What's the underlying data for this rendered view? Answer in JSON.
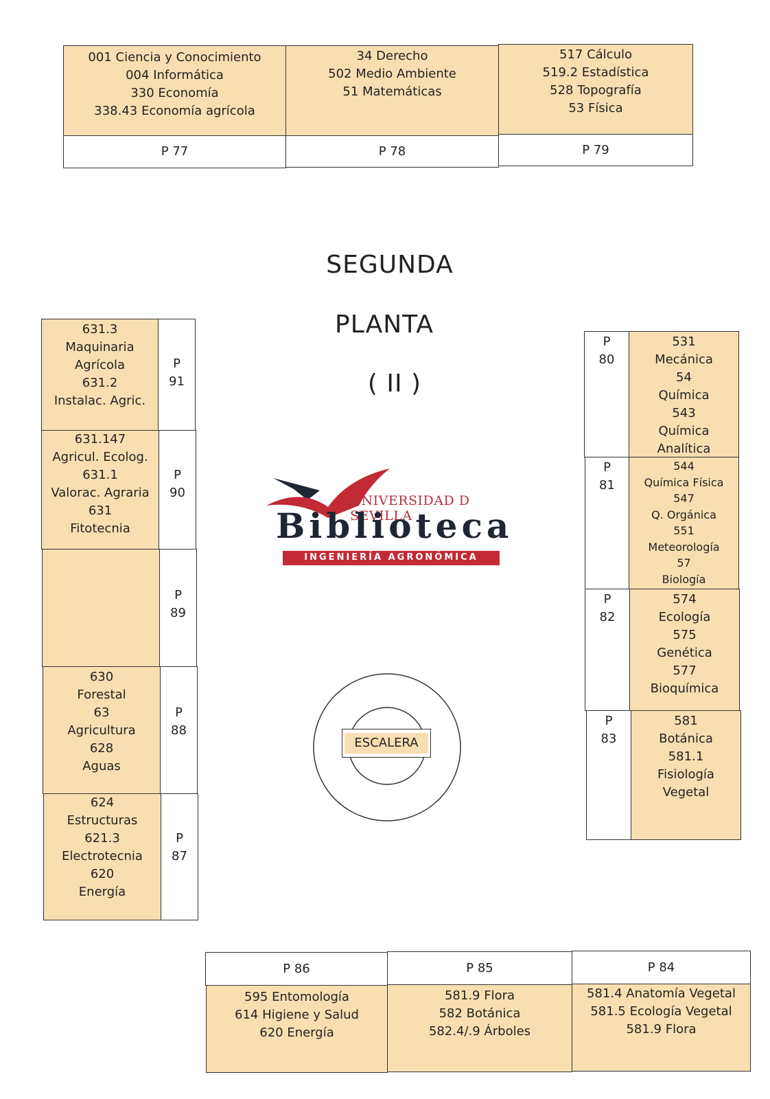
{
  "top": [
    {
      "lines": [
        "001  Ciencia y Conocimiento",
        "004  Informática",
        "330  Economía",
        "338.43  Economía agrícola"
      ],
      "shelf": "P  77"
    },
    {
      "lines": [
        "34  Derecho",
        "502  Medio Ambiente",
        "51  Matemáticas"
      ],
      "shelf": "P  78"
    },
    {
      "lines": [
        "517  Cálculo",
        "519.2  Estadística",
        "528  Topografía",
        "53  Física"
      ],
      "shelf": "P  79"
    }
  ],
  "title": {
    "line1": "SEGUNDA",
    "line2": "PLANTA",
    "line3": "( II )"
  },
  "logo": {
    "university": "UNIVERSIDAD D SEVILLA",
    "name": "Biblioteca",
    "subtitle": "INGENIERÍA AGRONÓMICA"
  },
  "stairs": {
    "label": "ESCALERA"
  },
  "left": [
    {
      "lines": [
        "631.3",
        "Maquinaria",
        "Agrícola",
        "631.2",
        "Instalac. Agric."
      ],
      "shelf": [
        "P",
        "91"
      ]
    },
    {
      "lines": [
        "631.147",
        "Agricul. Ecolog.",
        "631.1",
        "Valorac. Agraria",
        "631",
        "Fitotecnia"
      ],
      "shelf": [
        "P",
        "90"
      ]
    },
    {
      "lines": [],
      "shelf": [
        "P",
        "89"
      ]
    },
    {
      "lines": [
        "630",
        "Forestal",
        "63",
        "Agricultura",
        "628",
        "Aguas"
      ],
      "shelf": [
        "P",
        "88"
      ]
    },
    {
      "lines": [
        "624",
        "Estructuras",
        "621.3",
        "Electrotecnia",
        "620",
        "Energía"
      ],
      "shelf": [
        "P",
        "87"
      ]
    }
  ],
  "right": [
    {
      "lines": [
        "531",
        "Mecánica",
        "54",
        "Química",
        "543",
        "Química",
        "Analítica"
      ],
      "shelf": [
        "P",
        "80"
      ]
    },
    {
      "lines": [
        "544",
        "Química Física",
        "547",
        "Q. Orgánica",
        "551",
        "Meteorología",
        "57",
        "Biología"
      ],
      "shelf": [
        "P",
        "81"
      ]
    },
    {
      "lines": [
        "574",
        "Ecología",
        "575",
        "Genética",
        "577",
        "Bioquímica"
      ],
      "shelf": [
        "P",
        "82"
      ]
    },
    {
      "lines": [
        "581",
        "Botánica",
        "581.1",
        "Fisiología",
        "Vegetal"
      ],
      "shelf": [
        "P",
        "83"
      ]
    }
  ],
  "bottom": [
    {
      "shelf": "P  86",
      "lines": [
        "595  Entomología",
        "614  Higiene y Salud",
        "620  Energía"
      ]
    },
    {
      "shelf": "P  85",
      "lines": [
        "581.9  Flora",
        "582 Botánica",
        "582.4/.9  Árboles"
      ]
    },
    {
      "shelf": "P  84",
      "lines": [
        "581.4  Anatomía Vegetal",
        "581.5  Ecología Vegetal",
        "581.9  Flora"
      ]
    }
  ],
  "colors": {
    "shelf_fill": "#f9deb2",
    "logo_red": "#c22a36",
    "logo_dark": "#1e2633"
  }
}
